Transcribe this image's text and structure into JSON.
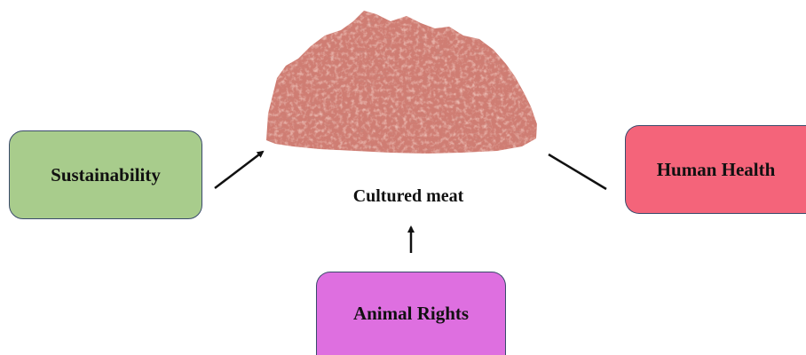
{
  "diagram": {
    "center_label": "Cultured meat",
    "nodes": [
      {
        "id": "sustainability",
        "label": "Sustainability",
        "color": "#a8cc8c"
      },
      {
        "id": "human-health",
        "label": "Human Health",
        "color": "#f4647a"
      },
      {
        "id": "animal-rights",
        "label": "Animal Rights",
        "color": "#de6fe0"
      }
    ],
    "meat_colors": {
      "base": "#cf7d73",
      "dark": "#a9544c",
      "light": "#eeb0a2"
    }
  }
}
